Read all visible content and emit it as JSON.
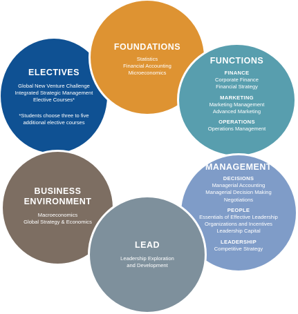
{
  "colors": {
    "foundations": "#DE9332",
    "functions": "#589EAE",
    "electives": "#0F5193",
    "management": "#7F9CC8",
    "business_environment": "#7D6E62",
    "lead": "#7E909C"
  },
  "circles": {
    "foundations": {
      "title": "FOUNDATIONS",
      "items": [
        "Statistics",
        "Financial Accounting",
        "Microeconomics"
      ]
    },
    "functions": {
      "title": "FUNCTIONS",
      "groups": [
        {
          "heading": "FINANCE",
          "items": [
            "Corporate Finance",
            "Financial Strategy"
          ]
        },
        {
          "heading": "MARKETING",
          "items": [
            "Marketing Management",
            "Advanced Marketing"
          ]
        },
        {
          "heading": "OPERATIONS",
          "items": [
            "Operations Management"
          ]
        }
      ]
    },
    "electives": {
      "title": "ELECTIVES",
      "items": [
        "Global New Venture Challenge",
        "Integrated Strategic Management",
        "Elective Courses*"
      ],
      "note": [
        "*Students choose three to five",
        "additional elective courses"
      ]
    },
    "management": {
      "title": "MANAGEMENT",
      "groups": [
        {
          "heading": "DECISIONS",
          "items": [
            "Managerial Accounting",
            "Managerial Decision Making",
            "Negotiations"
          ]
        },
        {
          "heading": "PEOPLE",
          "items": [
            "Essentials of Effective Leadership",
            "Organizations and Incentives",
            "Leadership Capital"
          ]
        },
        {
          "heading": "LEADERSHIP",
          "items": [
            "Competitive Strategy"
          ]
        }
      ]
    },
    "business_environment": {
      "title_line1": "BUSINESS",
      "title_line2": "ENVIRONMENT",
      "items": [
        "Macroeconomics",
        "Global Strategy & Economics"
      ]
    },
    "lead": {
      "title": "LEAD",
      "items": [
        "Leadership Exploration",
        "and Development"
      ]
    }
  }
}
